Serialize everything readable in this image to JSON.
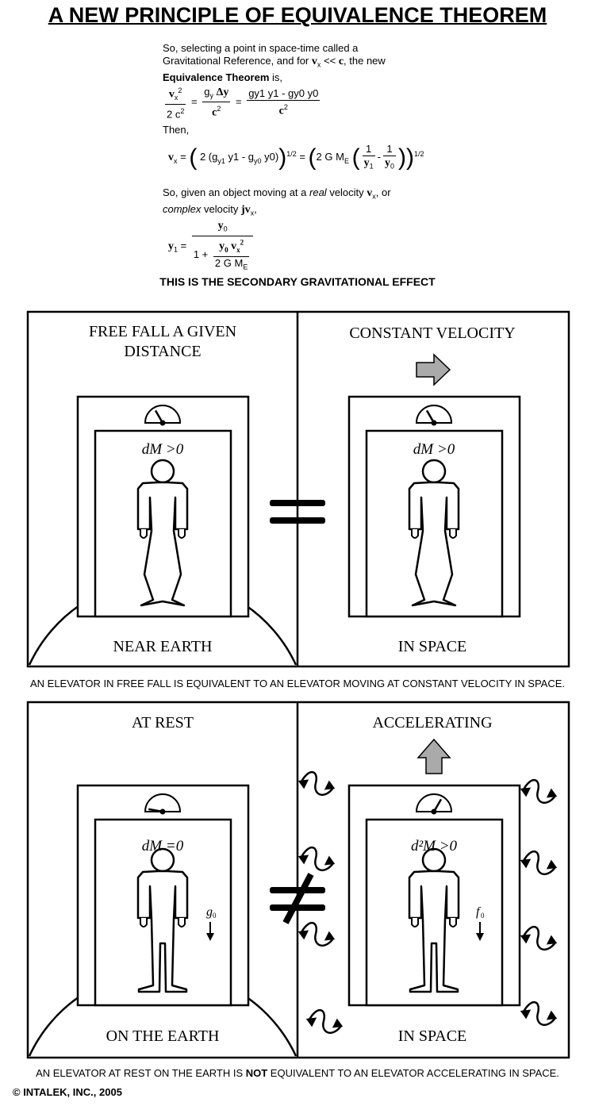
{
  "title": "A NEW PRINCIPLE OF EQUIVALENCE THEOREM",
  "intro": {
    "line1": "So, selecting a point in space-time called a",
    "line2a": "Gravitational Reference, and for ",
    "vx": "v",
    "x": "x",
    "ll": " << ",
    "c": "c",
    "line2b": ", the new",
    "line3a": "Equivalence Theorem",
    "line3b": " is,"
  },
  "eq1": {
    "num1": "v",
    "den1": "2 c",
    "num2a": "g",
    "num2b": "Δy",
    "den2": "c",
    "num3": "gy1 y1 - gy0 y0",
    "den3": "c",
    "eqsign": "="
  },
  "then": "Then,",
  "eq2": {
    "lhs": "v",
    "mid": "2 (g",
    "mid_b": "y1",
    "mid_c": " y1 - g",
    "mid_d": "y0",
    "mid_e": " y0)",
    "half": "1/2",
    "gm": "2 G M",
    "E": "E",
    "one": "1",
    "y1": "y",
    "y0": "y",
    "minus": "-"
  },
  "given": {
    "a": "So, given an object moving at a ",
    "real": "real",
    "b": " velocity ",
    "c": ", or",
    "complex": "complex",
    "d": " velocity ",
    "jv": "jv"
  },
  "eq3": {
    "lhs": "y",
    "num": "y",
    "one_plus": "1 +",
    "sub_num": "y0 vx2",
    "sub_den": "2 G M"
  },
  "heading": "THIS IS THE SECONDARY GRAVITATIONAL EFFECT",
  "panels": {
    "free_fall_title1": "FREE FALL A GIVEN",
    "free_fall_title2": "DISTANCE",
    "free_fall_bottom": "NEAR EARTH",
    "free_fall_mass": "dM >0",
    "const_title": "CONSTANT VELOCITY",
    "const_bottom": "IN SPACE",
    "const_mass": "dM >0",
    "rest_title": "AT REST",
    "rest_bottom": "ON THE EARTH",
    "rest_mass": "dM =0",
    "rest_force": "g",
    "accel_title": "ACCELERATING",
    "accel_bottom": "IN SPACE",
    "accel_mass": "d²M >0",
    "accel_force": "f"
  },
  "caption1": "AN ELEVATOR IN FREE FALL IS EQUIVALENT TO AN ELEVATOR MOVING AT CONSTANT VELOCITY IN SPACE.",
  "caption2": {
    "a": "AN ELEVATOR AT REST ON THE EARTH IS ",
    "not": "NOT",
    "b": " EQUIVALENT TO AN ELEVATOR ACCELERATING IN SPACE."
  },
  "copyright": "© INTALEK, INC., 2005"
}
